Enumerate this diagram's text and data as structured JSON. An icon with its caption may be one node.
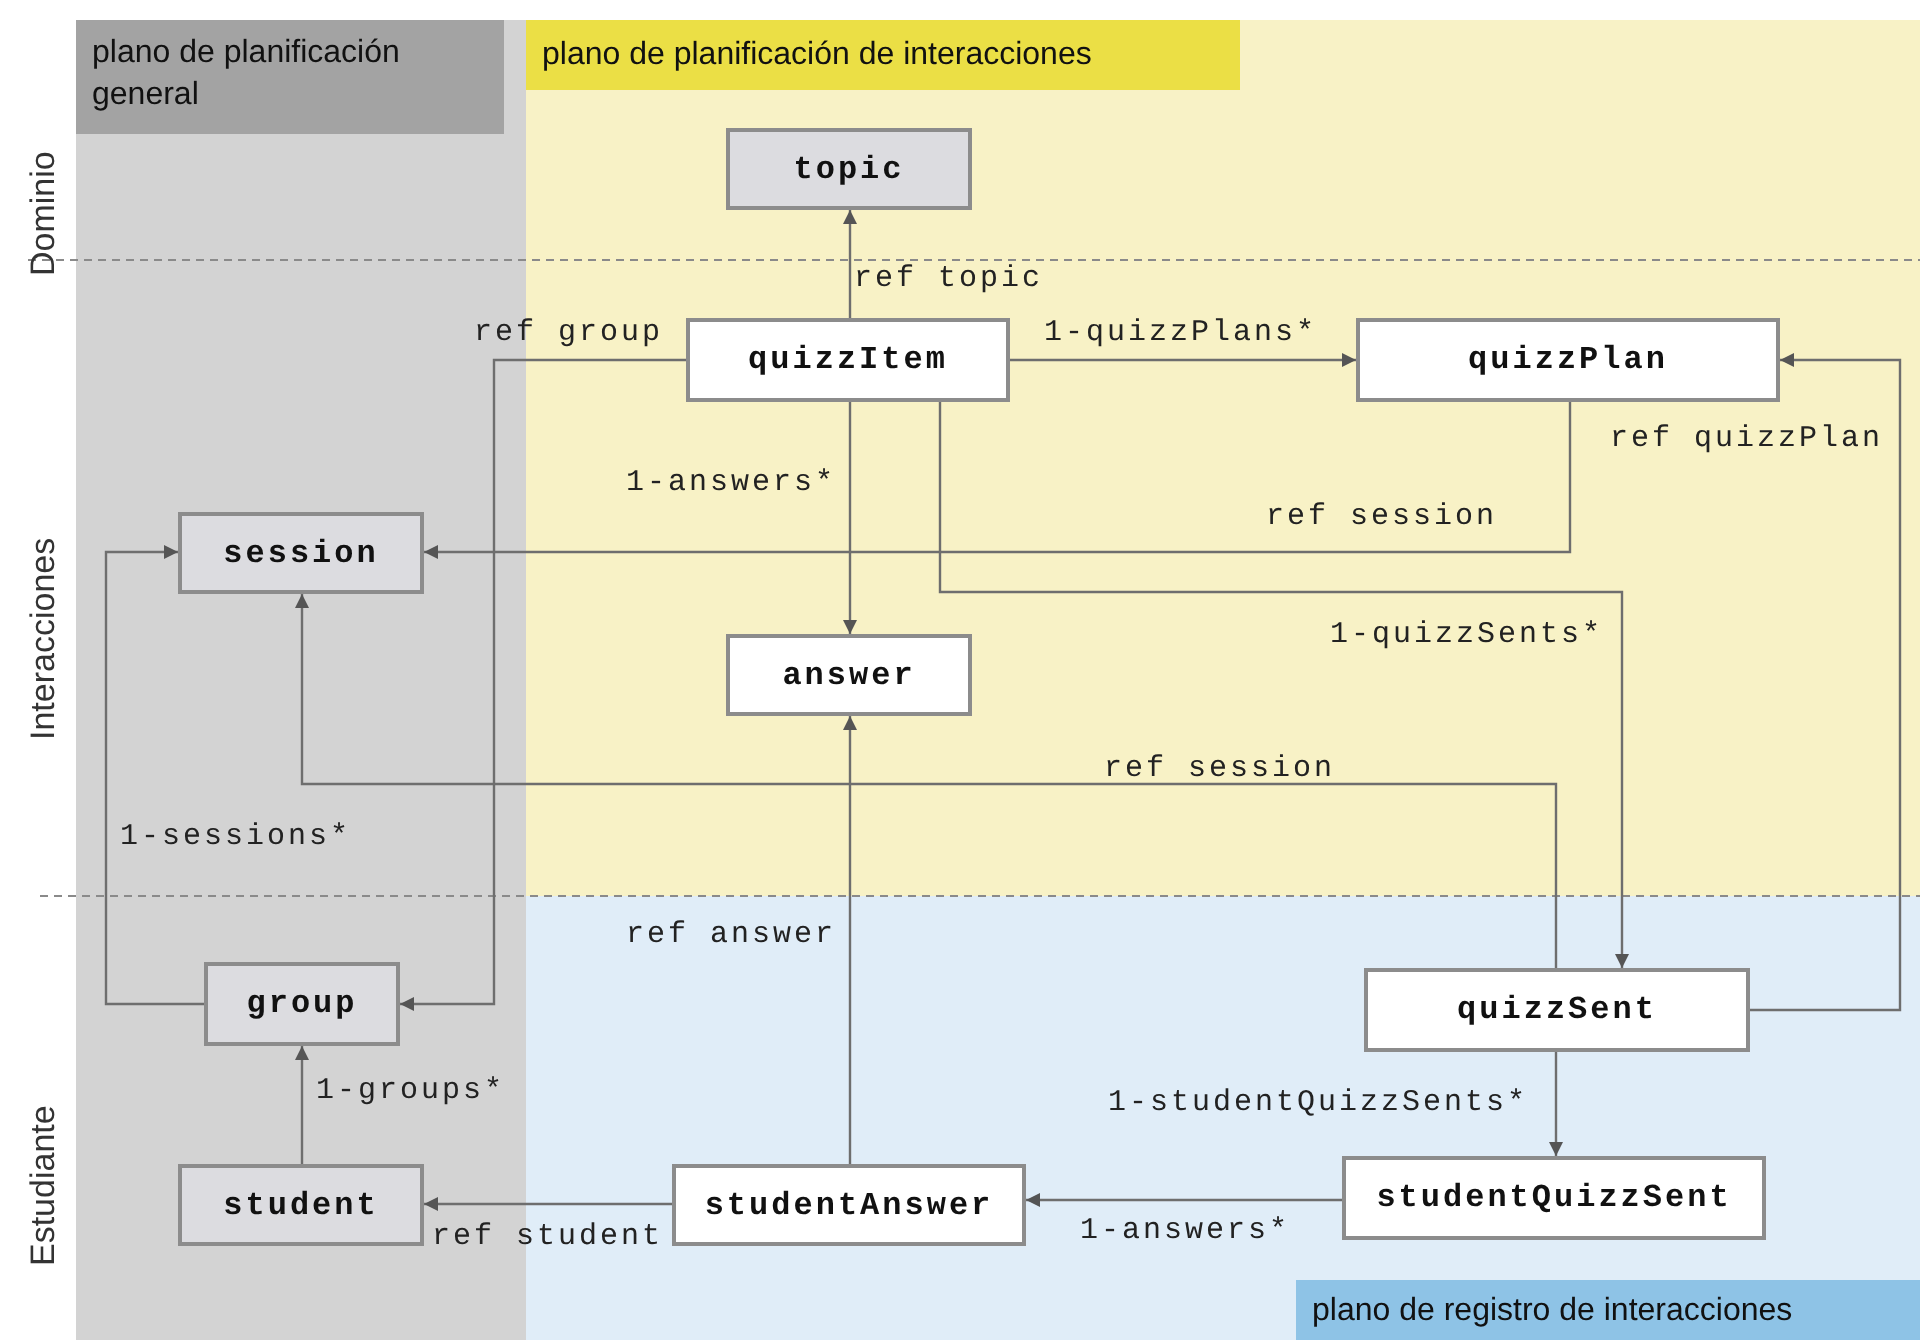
{
  "diagram": {
    "nodes": [
      {
        "text": [
          "plano de planificación general"
        ]
      },
      {
        "text": [
          "plano de planificación de interacciones"
        ]
      },
      {
        "text": [
          "plano de registro de interacciones"
        ]
      },
      {
        "text": [
          "topic"
        ],
        "in": 1
      },
      {
        "text": [
          "quizzItem"
        ],
        "in": 1
      },
      {
        "text": [
          "quizzPlan"
        ],
        "in": 1
      },
      {
        "text": [
          "session"
        ],
        "in": 0
      },
      {
        "text": [
          "answer"
        ],
        "in": 1
      },
      {
        "text": [
          "group"
        ],
        "in": 0
      },
      {
        "text": [
          "quizzSent"
        ],
        "in": 2
      },
      {
        "text": [
          "student"
        ],
        "in": 0
      },
      {
        "text": [
          "studentAnswer"
        ],
        "in": 2
      },
      {
        "text": [
          "studentQuizzSent"
        ],
        "in": 2
      }
    ],
    "edges": [
      {
        "from": 4,
        "to": 3,
        "arrow": "to",
        "label": "ref topic"
      },
      {
        "from": 4,
        "to": 8,
        "arrow": "to",
        "label": "ref group"
      },
      {
        "from": 4,
        "to": 5,
        "arrow": "to",
        "label": "1-quizzPlans*"
      },
      {
        "from": 4,
        "to": 7,
        "arrow": "to",
        "label": "1-answers*"
      },
      {
        "from": 5,
        "to": 6,
        "arrow": "to",
        "label": "ref session"
      },
      {
        "from": 4,
        "to": 9,
        "arrow": "to",
        "label": "1-quizzSents*"
      },
      {
        "from": 9,
        "to": 5,
        "arrow": "to",
        "label": "ref quizzPlan"
      },
      {
        "from": 9,
        "to": 6,
        "arrow": "to",
        "label": "ref session"
      },
      {
        "from": 8,
        "to": 6,
        "arrow": "to",
        "label": "1-sessions*"
      },
      {
        "from": 10,
        "to": 8,
        "arrow": "to",
        "label": "1-groups*"
      },
      {
        "from": 11,
        "to": 10,
        "arrow": "to",
        "label": "ref student"
      },
      {
        "from": 11,
        "to": 7,
        "arrow": "to",
        "label": "ref answer"
      },
      {
        "from": 9,
        "to": 12,
        "arrow": "to",
        "label": "1-studentQuizzSents*"
      },
      {
        "from": 12,
        "to": 11,
        "arrow": "to",
        "label": "1-answers*"
      }
    ],
    "labels": [
      "Dominio",
      "Interacciones",
      "Estudiante"
    ]
  }
}
